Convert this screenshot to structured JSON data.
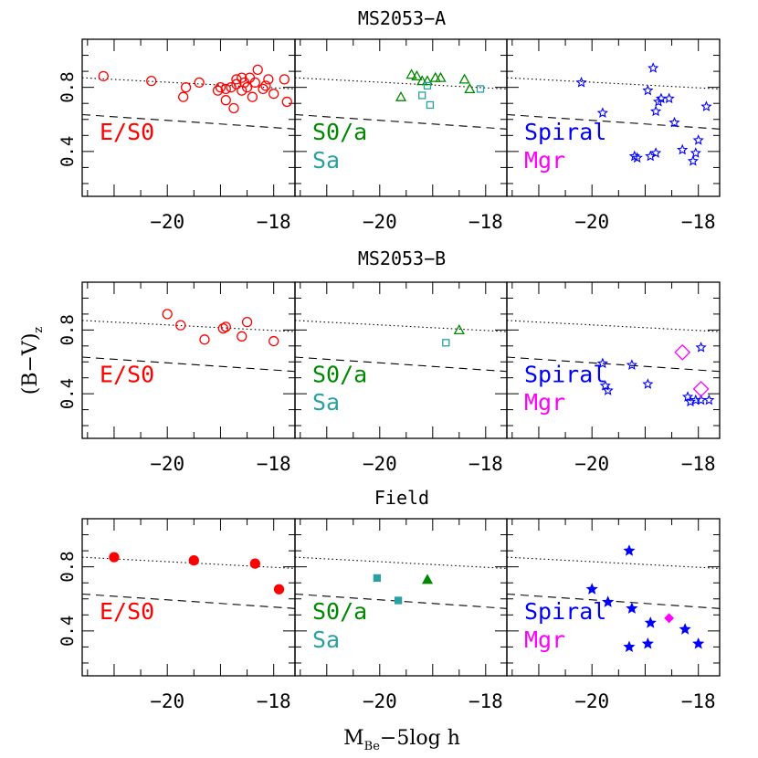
{
  "figure": {
    "ylabel_main": "(B−V)",
    "ylabel_sub": "z",
    "xlabel_main": "M",
    "xlabel_sub": "Be",
    "xlabel_tail": "−5log h"
  },
  "colors": {
    "es0": "#ff0000",
    "s0a": "#008800",
    "sa": "#2aa0a0",
    "spiral": "#0000ff",
    "mgr": "#ff00ff",
    "axis": "#000000"
  },
  "chart_data": [
    {
      "type": "scatter",
      "title": "MS2053−A",
      "xlim": [
        -21.6,
        -17.6
      ],
      "ylim": [
        0.12,
        1.1
      ],
      "x_ticks": [
        -20,
        -18
      ],
      "x_tick_labels": [
        "−20",
        "−18"
      ],
      "y_ticks": [
        0.4,
        0.8
      ],
      "y_tick_labels": [
        "0.4",
        "0.8"
      ],
      "ridge_line": [
        [
          -21.6,
          0.86
        ],
        [
          -17.6,
          0.79
        ]
      ],
      "lower_line": [
        [
          -21.6,
          0.63
        ],
        [
          -17.6,
          0.54
        ]
      ],
      "panels": [
        {
          "legend": [
            {
              "label": "E/S0",
              "color_key": "es0"
            }
          ],
          "series": [
            {
              "name": "E/S0",
              "marker": "circle-open",
              "color_key": "es0",
              "points": [
                [
                  -21.2,
                  0.87
                ],
                [
                  -20.3,
                  0.84
                ],
                [
                  -19.65,
                  0.8
                ],
                [
                  -19.4,
                  0.83
                ],
                [
                  -19.7,
                  0.74
                ],
                [
                  -19.05,
                  0.78
                ],
                [
                  -18.9,
                  0.72
                ],
                [
                  -18.75,
                  0.67
                ],
                [
                  -18.9,
                  0.79
                ],
                [
                  -18.8,
                  0.8
                ],
                [
                  -18.7,
                  0.85
                ],
                [
                  -18.6,
                  0.86
                ],
                [
                  -18.55,
                  0.83
                ],
                [
                  -18.7,
                  0.82
                ],
                [
                  -18.6,
                  0.78
                ],
                [
                  -18.45,
                  0.86
                ],
                [
                  -18.4,
                  0.74
                ],
                [
                  -18.35,
                  0.83
                ],
                [
                  -18.3,
                  0.91
                ],
                [
                  -18.2,
                  0.79
                ],
                [
                  -18.15,
                  0.81
                ],
                [
                  -18.1,
                  0.85
                ],
                [
                  -18.0,
                  0.76
                ],
                [
                  -17.8,
                  0.85
                ],
                [
                  -17.75,
                  0.71
                ],
                [
                  -19.0,
                  0.8
                ],
                [
                  -18.5,
                  0.8
                ]
              ]
            }
          ]
        },
        {
          "legend": [
            {
              "label": "S0/a",
              "color_key": "s0a"
            },
            {
              "label": "Sa",
              "color_key": "sa"
            }
          ],
          "series": [
            {
              "name": "S0/a",
              "marker": "triangle-open",
              "color_key": "s0a",
              "points": [
                [
                  -19.4,
                  0.88
                ],
                [
                  -19.3,
                  0.87
                ],
                [
                  -19.2,
                  0.84
                ],
                [
                  -19.1,
                  0.84
                ],
                [
                  -18.95,
                  0.86
                ],
                [
                  -18.85,
                  0.86
                ],
                [
                  -19.6,
                  0.74
                ],
                [
                  -18.4,
                  0.85
                ],
                [
                  -18.3,
                  0.79
                ]
              ]
            },
            {
              "name": "Sa",
              "marker": "square-open",
              "color_key": "sa",
              "points": [
                [
                  -19.2,
                  0.75
                ],
                [
                  -19.1,
                  0.81
                ],
                [
                  -19.05,
                  0.69
                ],
                [
                  -18.1,
                  0.79
                ]
              ]
            }
          ]
        },
        {
          "legend": [
            {
              "label": "Spiral",
              "color_key": "spiral"
            },
            {
              "label": "Mgr",
              "color_key": "mgr"
            }
          ],
          "series": [
            {
              "name": "Spiral",
              "marker": "star-open",
              "color_key": "spiral",
              "points": [
                [
                  -20.2,
                  0.83
                ],
                [
                  -19.8,
                  0.64
                ],
                [
                  -19.2,
                  0.37
                ],
                [
                  -19.15,
                  0.36
                ],
                [
                  -18.9,
                  0.37
                ],
                [
                  -18.8,
                  0.39
                ],
                [
                  -18.95,
                  0.78
                ],
                [
                  -18.8,
                  0.65
                ],
                [
                  -18.75,
                  0.71
                ],
                [
                  -18.7,
                  0.73
                ],
                [
                  -18.85,
                  0.92
                ],
                [
                  -18.45,
                  0.58
                ],
                [
                  -18.55,
                  0.73
                ],
                [
                  -18.3,
                  0.41
                ],
                [
                  -18.1,
                  0.34
                ],
                [
                  -18.05,
                  0.39
                ],
                [
                  -18.0,
                  0.47
                ],
                [
                  -17.85,
                  0.68
                ]
              ]
            },
            {
              "name": "Mgr",
              "marker": "diamond-open",
              "color_key": "mgr",
              "points": []
            }
          ]
        }
      ]
    },
    {
      "type": "scatter",
      "title": "MS2053−B",
      "xlim": [
        -21.6,
        -17.6
      ],
      "ylim": [
        0.12,
        1.1
      ],
      "x_ticks": [
        -20,
        -18
      ],
      "x_tick_labels": [
        "−20",
        "−18"
      ],
      "y_ticks": [
        0.4,
        0.8
      ],
      "y_tick_labels": [
        "0.4",
        "0.8"
      ],
      "ridge_line": [
        [
          -21.6,
          0.86
        ],
        [
          -17.6,
          0.79
        ]
      ],
      "lower_line": [
        [
          -21.6,
          0.63
        ],
        [
          -17.6,
          0.54
        ]
      ],
      "panels": [
        {
          "legend": [
            {
              "label": "E/S0",
              "color_key": "es0"
            }
          ],
          "series": [
            {
              "name": "E/S0",
              "marker": "circle-open",
              "color_key": "es0",
              "points": [
                [
                  -20.0,
                  0.9
                ],
                [
                  -19.75,
                  0.83
                ],
                [
                  -19.3,
                  0.74
                ],
                [
                  -18.95,
                  0.81
                ],
                [
                  -18.9,
                  0.82
                ],
                [
                  -18.6,
                  0.76
                ],
                [
                  -18.5,
                  0.85
                ],
                [
                  -18.0,
                  0.73
                ]
              ]
            }
          ]
        },
        {
          "legend": [
            {
              "label": "S0/a",
              "color_key": "s0a"
            },
            {
              "label": "Sa",
              "color_key": "sa"
            }
          ],
          "series": [
            {
              "name": "S0/a",
              "marker": "triangle-open",
              "color_key": "s0a",
              "points": [
                [
                  -18.5,
                  0.8
                ]
              ]
            },
            {
              "name": "Sa",
              "marker": "square-open",
              "color_key": "sa",
              "points": [
                [
                  -18.75,
                  0.72
                ]
              ]
            }
          ]
        },
        {
          "legend": [
            {
              "label": "Spiral",
              "color_key": "spiral"
            },
            {
              "label": "Mgr",
              "color_key": "mgr"
            }
          ],
          "series": [
            {
              "name": "Spiral",
              "marker": "star-open",
              "color_key": "spiral",
              "points": [
                [
                  -19.8,
                  0.59
                ],
                [
                  -19.25,
                  0.58
                ],
                [
                  -19.75,
                  0.45
                ],
                [
                  -19.7,
                  0.42
                ],
                [
                  -18.95,
                  0.46
                ],
                [
                  -18.2,
                  0.38
                ],
                [
                  -18.15,
                  0.35
                ],
                [
                  -18.05,
                  0.36
                ],
                [
                  -17.95,
                  0.36
                ],
                [
                  -17.8,
                  0.36
                ],
                [
                  -17.95,
                  0.69
                ]
              ]
            },
            {
              "name": "Mgr",
              "marker": "diamond-open",
              "color_key": "mgr",
              "points": [
                [
                  -18.3,
                  0.66
                ],
                [
                  -17.95,
                  0.43
                ]
              ]
            }
          ]
        }
      ]
    },
    {
      "type": "scatter",
      "title": "Field",
      "xlim": [
        -21.6,
        -17.6
      ],
      "ylim": [
        0.12,
        1.1
      ],
      "x_ticks": [
        -20,
        -18
      ],
      "x_tick_labels": [
        "−20",
        "−18"
      ],
      "y_ticks": [
        0.4,
        0.8
      ],
      "y_tick_labels": [
        "0.4",
        "0.8"
      ],
      "ridge_line": [
        [
          -21.6,
          0.86
        ],
        [
          -17.6,
          0.79
        ]
      ],
      "lower_line": [
        [
          -21.6,
          0.63
        ],
        [
          -17.6,
          0.54
        ]
      ],
      "panels": [
        {
          "legend": [
            {
              "label": "E/S0",
              "color_key": "es0"
            }
          ],
          "series": [
            {
              "name": "E/S0",
              "marker": "circle-filled",
              "color_key": "es0",
              "points": [
                [
                  -21.0,
                  0.86
                ],
                [
                  -19.5,
                  0.84
                ],
                [
                  -18.35,
                  0.82
                ],
                [
                  -17.9,
                  0.66
                ]
              ]
            }
          ]
        },
        {
          "legend": [
            {
              "label": "S0/a",
              "color_key": "s0a"
            },
            {
              "label": "Sa",
              "color_key": "sa"
            }
          ],
          "series": [
            {
              "name": "S0/a",
              "marker": "triangle-filled",
              "color_key": "s0a",
              "points": [
                [
                  -19.1,
                  0.72
                ]
              ]
            },
            {
              "name": "Sa",
              "marker": "square-filled",
              "color_key": "sa",
              "points": [
                [
                  -20.05,
                  0.73
                ],
                [
                  -19.65,
                  0.59
                ]
              ]
            }
          ]
        },
        {
          "legend": [
            {
              "label": "Spiral",
              "color_key": "spiral"
            },
            {
              "label": "Mgr",
              "color_key": "mgr"
            }
          ],
          "series": [
            {
              "name": "Spiral",
              "marker": "star-filled",
              "color_key": "spiral",
              "points": [
                [
                  -20.0,
                  0.66
                ],
                [
                  -19.7,
                  0.58
                ],
                [
                  -19.3,
                  0.9
                ],
                [
                  -19.25,
                  0.54
                ],
                [
                  -19.3,
                  0.3
                ],
                [
                  -18.95,
                  0.32
                ],
                [
                  -18.9,
                  0.45
                ],
                [
                  -18.25,
                  0.41
                ],
                [
                  -18.0,
                  0.32
                ]
              ]
            },
            {
              "name": "Mgr",
              "marker": "diamond-filled",
              "color_key": "mgr",
              "points": [
                [
                  -18.55,
                  0.48
                ]
              ]
            }
          ]
        }
      ]
    }
  ]
}
